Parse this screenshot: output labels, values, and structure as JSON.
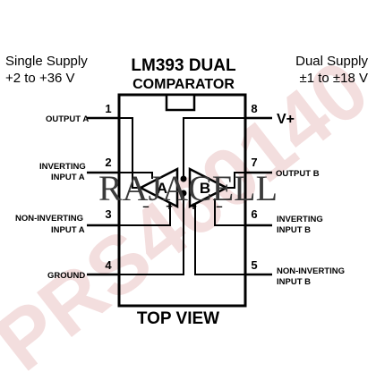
{
  "supply": {
    "single_label": "Single Supply",
    "single_range": "+2 to +36 V",
    "dual_label": "Dual Supply",
    "dual_range": "±1 to ±18 V"
  },
  "title": {
    "line1": "LM393 DUAL",
    "line2": "COMPARATOR"
  },
  "pins": {
    "p1": {
      "num": "1",
      "label": "OUTPUT A"
    },
    "p2": {
      "num": "2",
      "label1": "INVERTING",
      "label2": "INPUT A"
    },
    "p3": {
      "num": "3",
      "label1": "NON-INVERTING",
      "label2": "INPUT A"
    },
    "p4": {
      "num": "4",
      "label": "GROUND"
    },
    "p5": {
      "num": "5",
      "label1": "NON-INVERTING",
      "label2": "INPUT B"
    },
    "p6": {
      "num": "6",
      "label1": "INVERTING",
      "label2": "INPUT B"
    },
    "p7": {
      "num": "7",
      "label": "OUTPUT B"
    },
    "p8": {
      "num": "8",
      "label": "V+"
    }
  },
  "comparators": {
    "a": {
      "name": "A",
      "minus": "–",
      "plus": "+"
    },
    "b": {
      "name": "B",
      "minus": "–",
      "plus": "+"
    }
  },
  "footer": "TOP VIEW",
  "watermark": {
    "brand": "RAJACELL",
    "code": "PRS460140"
  },
  "colors": {
    "line": "#000000",
    "watermark_faint": "#f3dede"
  }
}
